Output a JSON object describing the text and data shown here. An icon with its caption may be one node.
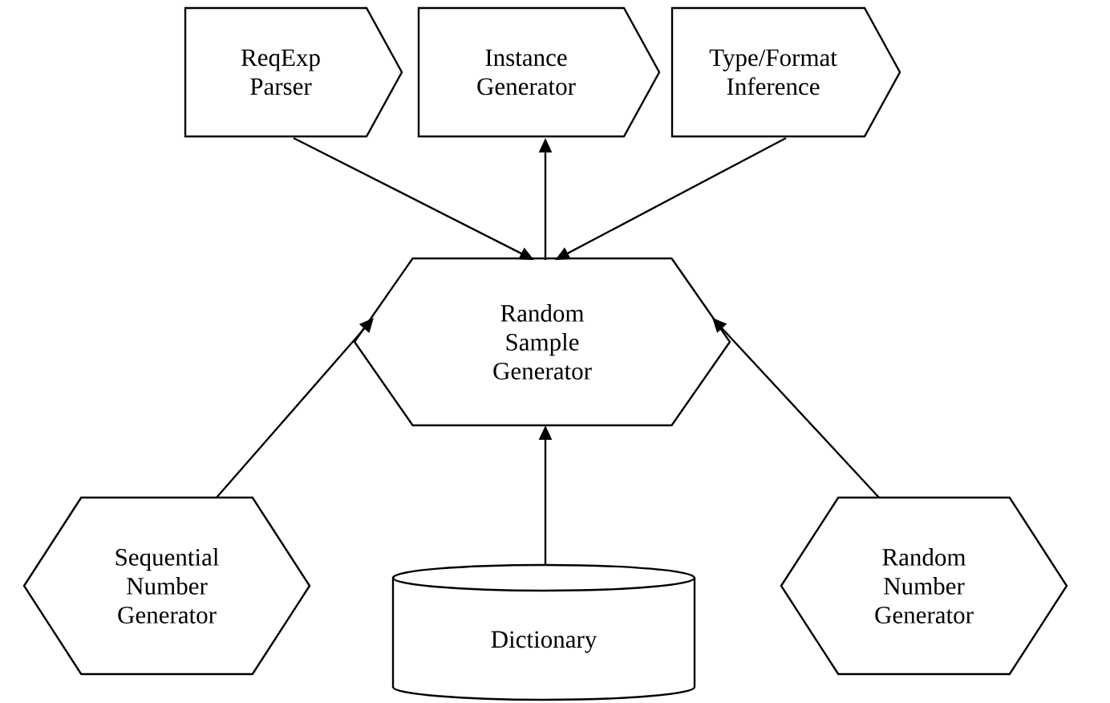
{
  "diagram": {
    "nodes": [
      {
        "text": [
          "ReqExp Parser"
        ]
      },
      {
        "text": [
          "Instance Generator"
        ]
      },
      {
        "text": [
          "Type/Format Inference"
        ]
      },
      {
        "text": [
          "Random Sample Generator"
        ]
      },
      {
        "text": [
          "Sequential Number Generator"
        ]
      },
      {
        "text": [
          "Dictionary"
        ]
      },
      {
        "text": [
          "Random Number Generator"
        ]
      }
    ],
    "edges": [
      {
        "from": 0,
        "to": 3,
        "arrow": "to"
      },
      {
        "from": 3,
        "to": 1,
        "arrow": "to"
      },
      {
        "from": 2,
        "to": 3,
        "arrow": "to"
      },
      {
        "from": 4,
        "to": 3,
        "arrow": "to"
      },
      {
        "from": 5,
        "to": 3,
        "arrow": "to"
      },
      {
        "from": 6,
        "to": 3,
        "arrow": "to"
      }
    ]
  }
}
